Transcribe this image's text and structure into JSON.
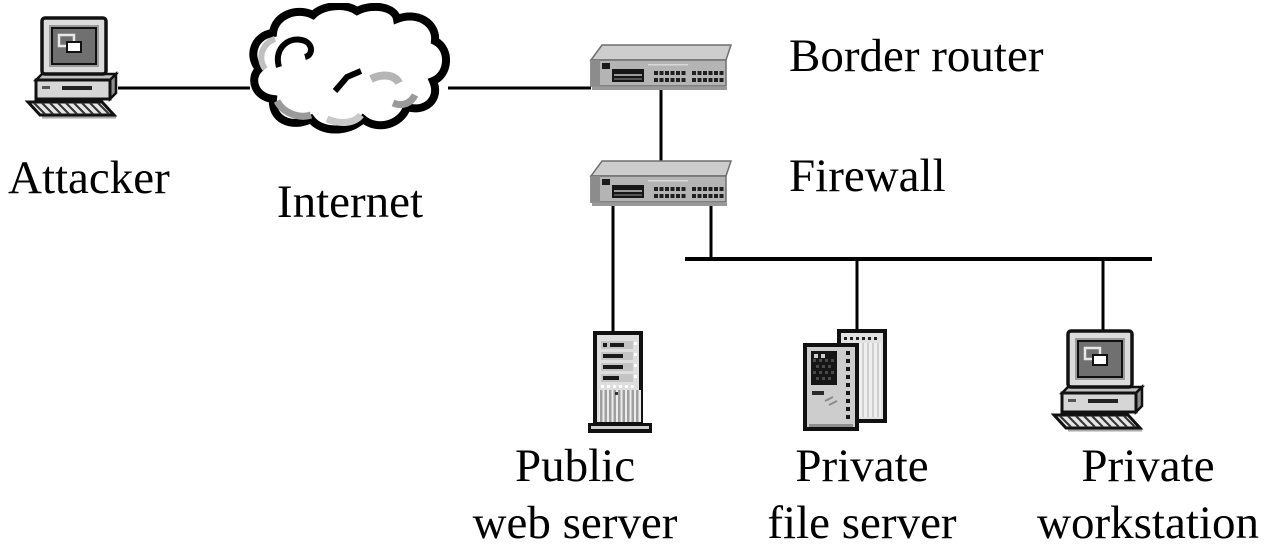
{
  "diagram": {
    "type": "network-topology",
    "nodes": [
      {
        "id": "attacker",
        "label": "Attacker",
        "device": "desktop-computer"
      },
      {
        "id": "internet",
        "label": "Internet",
        "device": "cloud"
      },
      {
        "id": "border-router",
        "label": "Border router",
        "device": "rack-router"
      },
      {
        "id": "firewall",
        "label": "Firewall",
        "device": "rack-router"
      },
      {
        "id": "public-web-server",
        "label": "Public web server",
        "label_line1": "Public",
        "label_line2": "web server",
        "device": "tower-server"
      },
      {
        "id": "private-file-server",
        "label": "Private file server",
        "label_line1": "Private",
        "label_line2": "file server",
        "device": "file-server"
      },
      {
        "id": "private-workstation",
        "label": "Private workstation",
        "label_line1": "Private",
        "label_line2": "workstation",
        "device": "desktop-computer"
      }
    ],
    "edges": [
      {
        "from": "attacker",
        "to": "internet"
      },
      {
        "from": "internet",
        "to": "border-router"
      },
      {
        "from": "border-router",
        "to": "firewall"
      },
      {
        "from": "firewall",
        "to": "public-web-server"
      },
      {
        "from": "firewall",
        "to": "internal-lan-bus"
      },
      {
        "from": "internal-lan-bus",
        "to": "private-file-server"
      },
      {
        "from": "internal-lan-bus",
        "to": "private-workstation"
      }
    ],
    "colors": {
      "background": "#ffffff",
      "line": "#000000",
      "text": "#000000",
      "icon_light_gray": "#dedede",
      "icon_mid_gray": "#b4b4b4",
      "icon_dark_gray": "#8c8c8c",
      "icon_black": "#161616"
    }
  }
}
